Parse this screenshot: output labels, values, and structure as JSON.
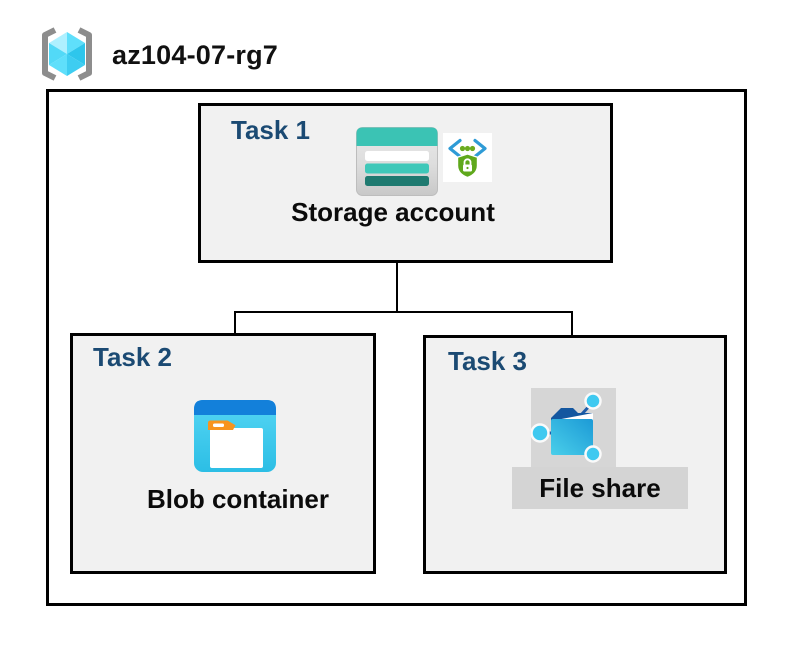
{
  "header": {
    "resource_group_name": "az104-07-rg7"
  },
  "tasks": [
    {
      "label": "Task 1",
      "entity": "Storage account"
    },
    {
      "label": "Task 2",
      "entity": "Blob container"
    },
    {
      "label": "Task 3",
      "entity": "File share"
    }
  ],
  "icons": {
    "resource_group": "resource-group-icon",
    "storage_account": "storage-account-icon",
    "shared_access_signature": "shared-access-signature-icon",
    "blob_container": "blob-container-icon",
    "file_share": "file-share-icon"
  },
  "colors": {
    "task_label": "#1B4A73",
    "task_box_bg": "#F1F1F1",
    "box_border": "#000000",
    "storage_teal": "#3BC3B4",
    "storage_teal_dark": "#1F7A70",
    "blob_blue": "#1380DA",
    "blob_cyan": "#3ECDEE",
    "share_cyan": "#3FC9F0",
    "share_navy": "#1E5CA8",
    "sas_green": "#5FA81C",
    "sas_blue": "#2E9BD6",
    "gray_panel": "#D6D6D6"
  }
}
